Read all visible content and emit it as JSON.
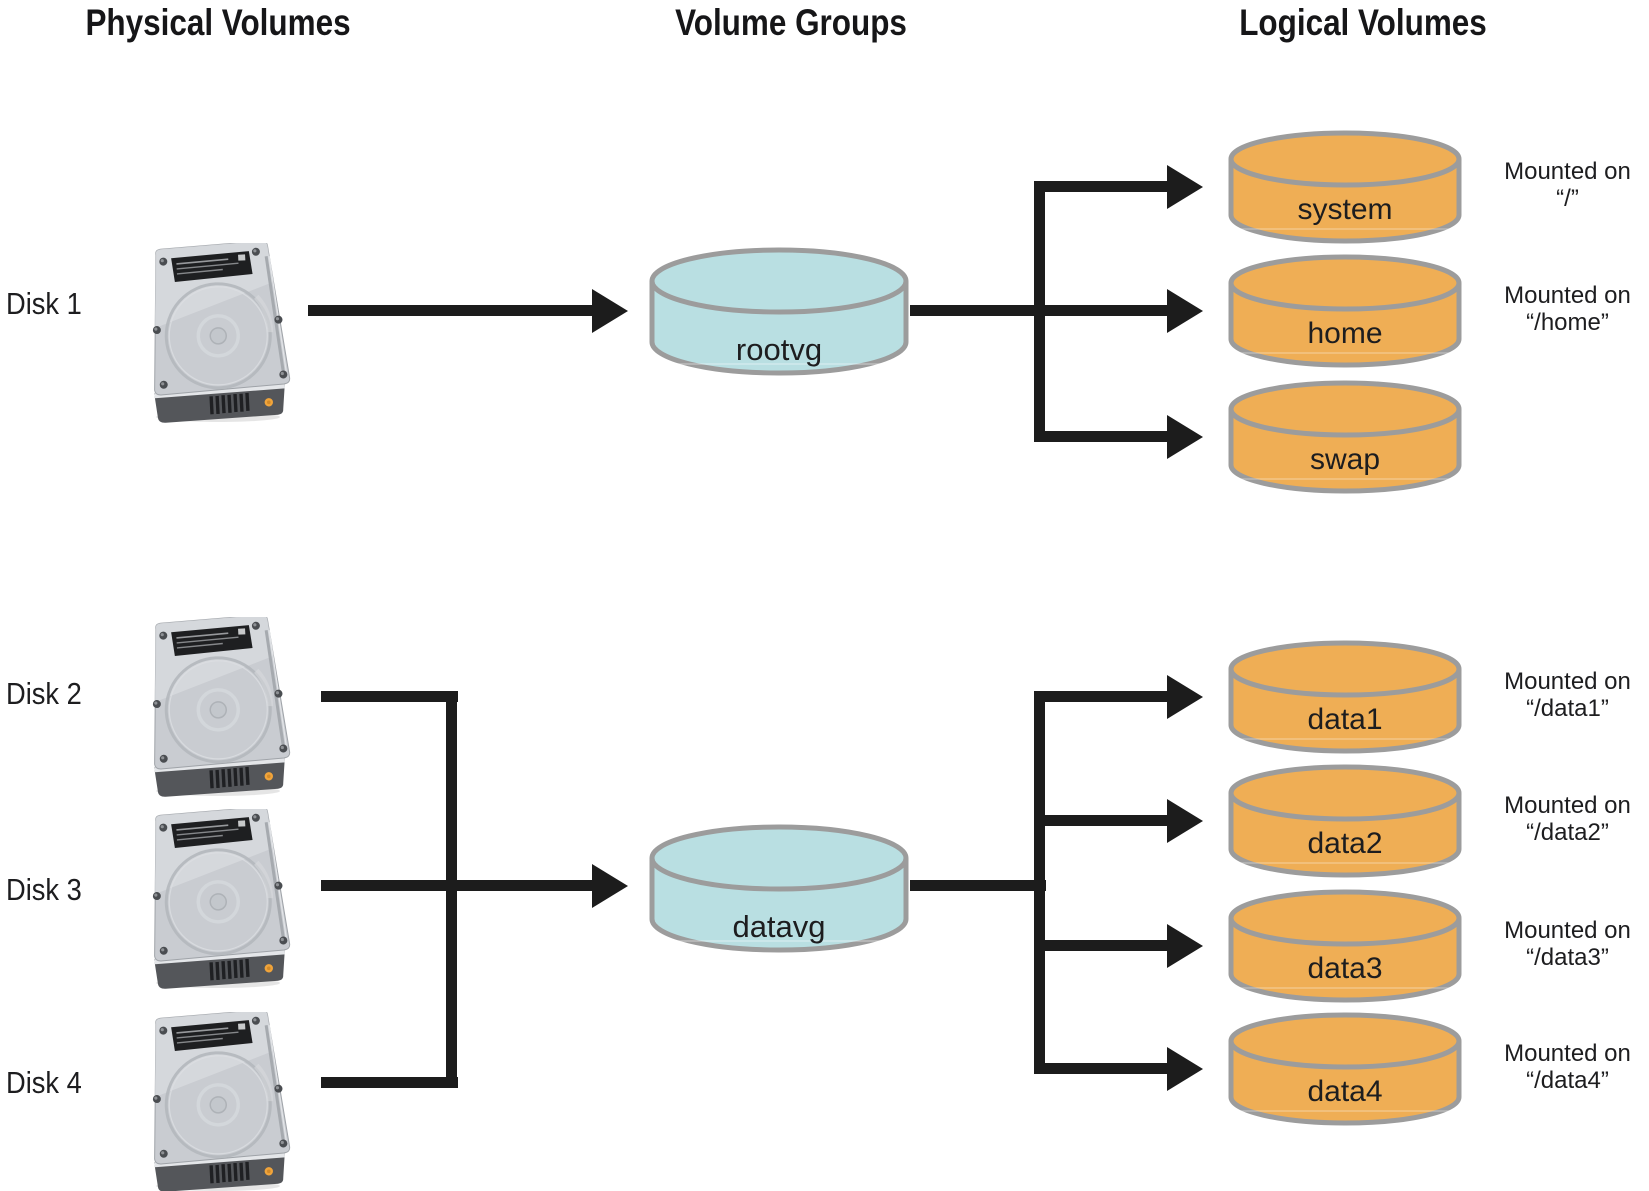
{
  "headers": {
    "physical": "Physical Volumes",
    "groups": "Volume Groups",
    "logical": "Logical Volumes"
  },
  "disks": [
    {
      "label": "Disk 1"
    },
    {
      "label": "Disk 2"
    },
    {
      "label": "Disk 3"
    },
    {
      "label": "Disk 4"
    }
  ],
  "volume_groups": [
    {
      "label": "rootvg"
    },
    {
      "label": "datavg"
    }
  ],
  "logical_volumes": [
    {
      "label": "system",
      "mount_line1": "Mounted on",
      "mount_line2": "“/”"
    },
    {
      "label": "home",
      "mount_line1": "Mounted on",
      "mount_line2": "“/home”"
    },
    {
      "label": "swap"
    },
    {
      "label": "data1",
      "mount_line1": "Mounted on",
      "mount_line2": "“/data1”"
    },
    {
      "label": "data2",
      "mount_line1": "Mounted on",
      "mount_line2": "“/data2”"
    },
    {
      "label": "data3",
      "mount_line1": "Mounted on",
      "mount_line2": "“/data3”"
    },
    {
      "label": "data4",
      "mount_line1": "Mounted on",
      "mount_line2": "“/data4”"
    }
  ],
  "colors": {
    "volume_group_fill": "#B9DFE2",
    "logical_volume_fill": "#EFAE55",
    "cylinder_stroke": "#9C9C9C",
    "arrow": "#1C1C1C",
    "text": "#1D1D1F",
    "led": "#F0A43B"
  }
}
